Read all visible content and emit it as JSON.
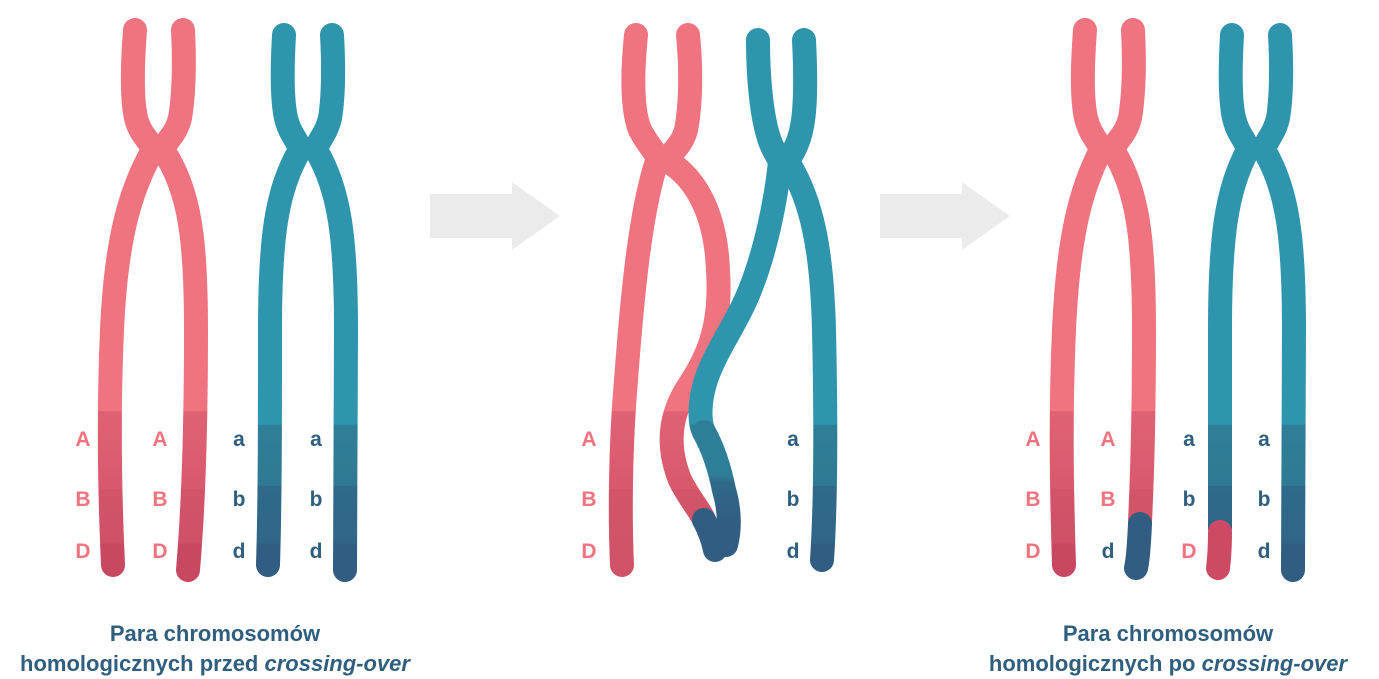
{
  "colors": {
    "pink": "#f07480",
    "pink_mid": "#df6274",
    "pink_dark": "#cc4a64",
    "teal": "#2e95ad",
    "teal_mid": "#2f7e97",
    "teal_dark": "#315d82",
    "arrow": "#ebebeb",
    "pink_text": "#f07480",
    "blue_text": "#2f5e7e"
  },
  "panels": [
    {
      "name": "before",
      "pink_left_labels": [
        "A",
        "B",
        "D"
      ],
      "pink_right_labels": [
        "A",
        "B",
        "D"
      ],
      "teal_left_labels": [
        "a",
        "b",
        "d"
      ],
      "teal_right_labels": [
        "a",
        "b",
        "d"
      ]
    },
    {
      "name": "crossing",
      "left_labels": [
        "A",
        "B",
        "D"
      ],
      "right_labels": [
        "a",
        "b",
        "d"
      ]
    },
    {
      "name": "after",
      "col1_labels": [
        "A",
        "B",
        "D"
      ],
      "col2_labels": [
        "A",
        "B",
        "d"
      ],
      "col3_labels": [
        "a",
        "b",
        "D"
      ],
      "col4_labels": [
        "a",
        "b",
        "d"
      ]
    }
  ],
  "captions": {
    "left": {
      "line1": "Para chromosomów",
      "line2_plain": "homologicznych przed ",
      "line2_italic": "crossing-over"
    },
    "right": {
      "line1": "Para chromosomów",
      "line2_plain": "homologicznych po ",
      "line2_italic": "crossing-over"
    }
  }
}
